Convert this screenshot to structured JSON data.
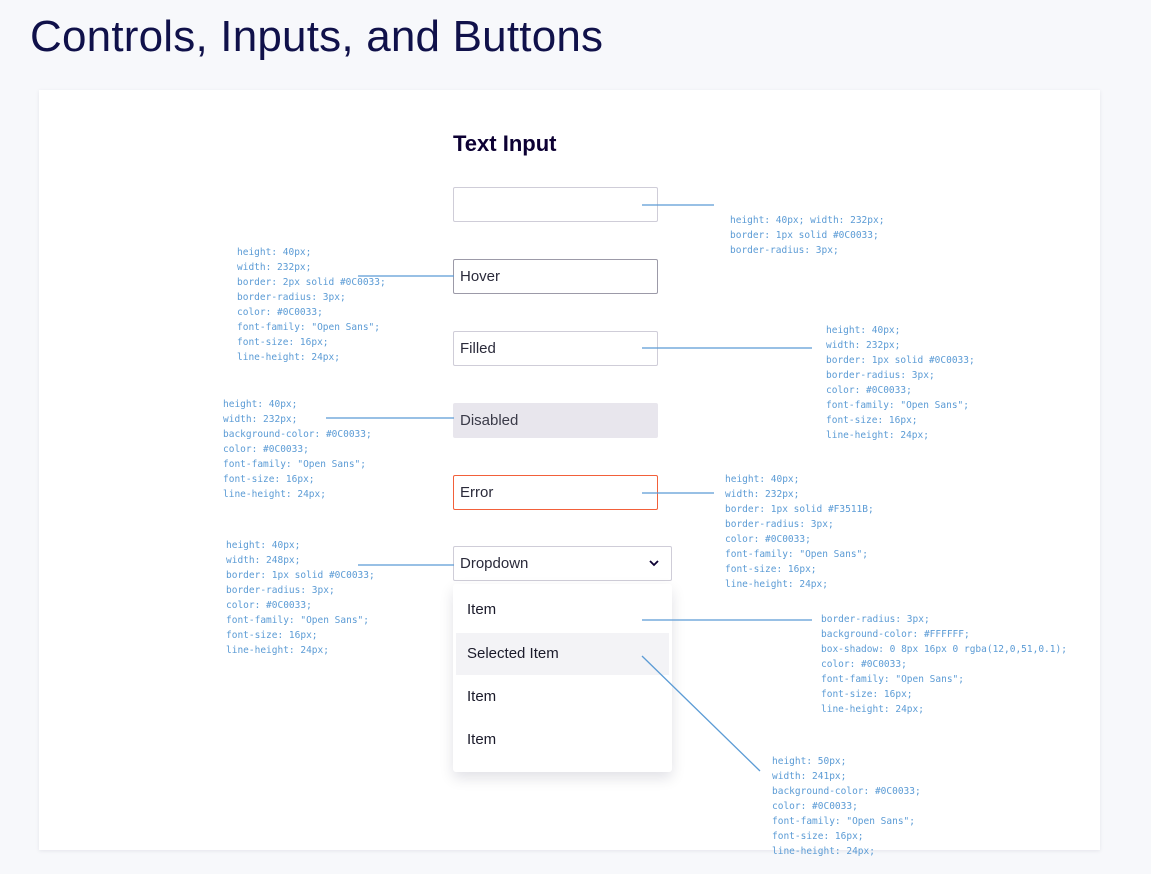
{
  "page": {
    "title": "Controls, Inputs, and Buttons"
  },
  "section": {
    "title": "Text Input"
  },
  "inputs": {
    "hover": "Hover",
    "filled": "Filled",
    "disabled": "Disabled",
    "error": "Error",
    "dropdown": "Dropdown"
  },
  "menu": {
    "items": [
      "Item",
      "Selected Item",
      "Item",
      "Item"
    ]
  },
  "specs": {
    "default": [
      "height: 40px; width: 232px;",
      "border: 1px solid #0C0033;",
      "border-radius: 3px;"
    ],
    "hover": [
      "height: 40px;",
      "width: 232px;",
      "border: 2px solid #0C0033;",
      "border-radius: 3px;",
      "color: #0C0033;",
      "font-family: \"Open Sans\";",
      "font-size: 16px;",
      "line-height: 24px;"
    ],
    "filled": [
      "height: 40px;",
      "width: 232px;",
      "border: 1px solid #0C0033;",
      "border-radius: 3px;",
      "color: #0C0033;",
      "font-family: \"Open Sans\";",
      "font-size: 16px;",
      "line-height: 24px;"
    ],
    "disabled": [
      "height: 40px;",
      "width: 232px;",
      "background-color: #0C0033;",
      "color: #0C0033;",
      "font-family: \"Open Sans\";",
      "font-size: 16px;",
      "line-height: 24px;"
    ],
    "error": [
      "height: 40px;",
      "width: 232px;",
      "border: 1px solid #F3511B;",
      "border-radius: 3px;",
      "color: #0C0033;",
      "font-family: \"Open Sans\";",
      "font-size: 16px;",
      "line-height: 24px;"
    ],
    "dropdown": [
      "height: 40px;",
      "width: 248px;",
      "border: 1px solid #0C0033;",
      "border-radius: 3px;",
      "color: #0C0033;",
      "font-family: \"Open Sans\";",
      "font-size: 16px;",
      "line-height: 24px;"
    ],
    "menu": [
      "border-radius: 3px;",
      "background-color: #FFFFFF;",
      "box-shadow: 0 8px 16px 0 rgba(12,0,51,0.1);",
      "color: #0C0033;",
      "font-family: \"Open Sans\";",
      "font-size: 16px;",
      "line-height: 24px;"
    ],
    "selected": [
      "height: 50px;",
      "width: 241px;",
      "background-color: #0C0033;",
      "color: #0C0033;",
      "font-family: \"Open Sans\";",
      "font-size: 16px;",
      "line-height: 24px;"
    ]
  },
  "colors": {
    "accent": "#5b9bd5",
    "error_border": "#f2603a",
    "disabled_bg": "#e8e6ed",
    "text": "#0c0033"
  },
  "icons": {
    "dropdown": "chevron-down-icon"
  }
}
